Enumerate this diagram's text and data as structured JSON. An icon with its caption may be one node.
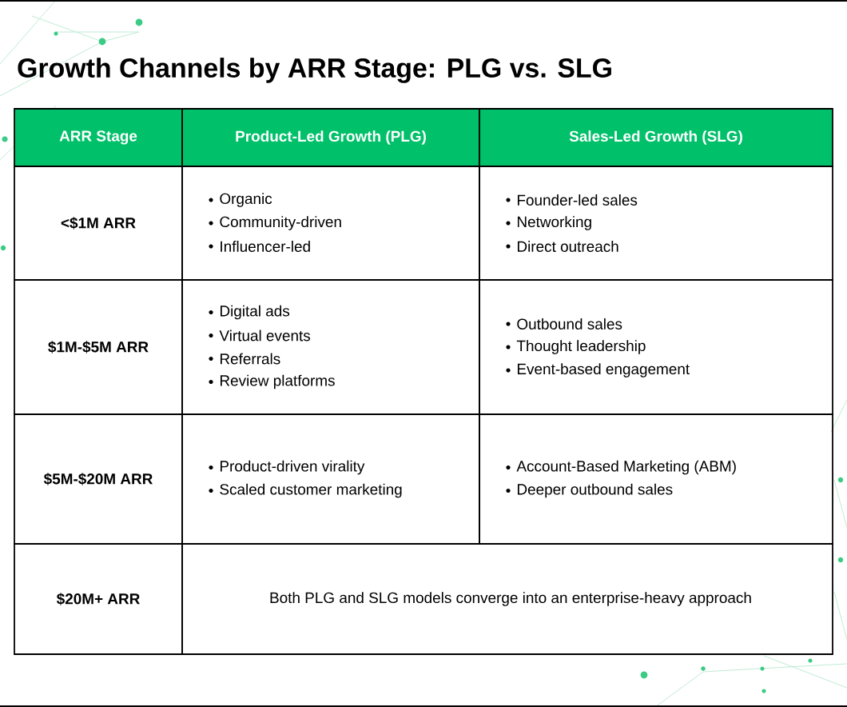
{
  "diagram": {
    "title": "Growth Channels by ARR Stage:  PLG vs. SLG",
    "labels": [
      "ARR Stage",
      "Product-Led Growth (PLG)",
      "Sales-Led Growth (SLG)",
      "<$1M ARR",
      "Organic",
      "Community-driven",
      "Influencer-led",
      "Founder-led sales",
      "Networking",
      "Direct outreach",
      "$1M-$5M ARR",
      "Digital ads",
      "Virtual events",
      "Referrals",
      "Review platforms",
      "Outbound sales",
      "Thought leadership",
      "Event-based engagement",
      "$5M-$20M ARR",
      "Product-driven virality",
      "Scaled customer marketing",
      "Account-Based Marketing (ABM)",
      "Deeper outbound sales",
      "$20M+ ARR",
      "Both PLG and SLG models converge into an enterprise-heavy approach"
    ]
  }
}
